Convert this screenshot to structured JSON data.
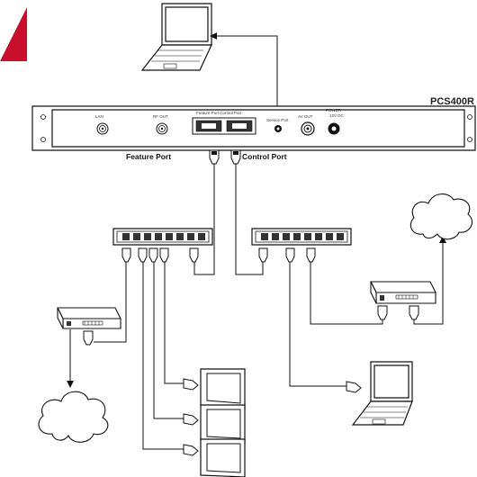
{
  "device": {
    "model": "PCS400R",
    "port_labels": {
      "lan": "LAN",
      "rf_out": "RF OUT",
      "feature_control": "Feature Port   Control Port",
      "service": "Service Port",
      "av_out": "AV OUT",
      "power": "POWER",
      "power_rating": "12V DC"
    }
  },
  "headings": {
    "feature_port": "Feature Port",
    "control_port": "Control Port"
  },
  "colors": {
    "accent": "#c8102e",
    "line": "#111111"
  }
}
